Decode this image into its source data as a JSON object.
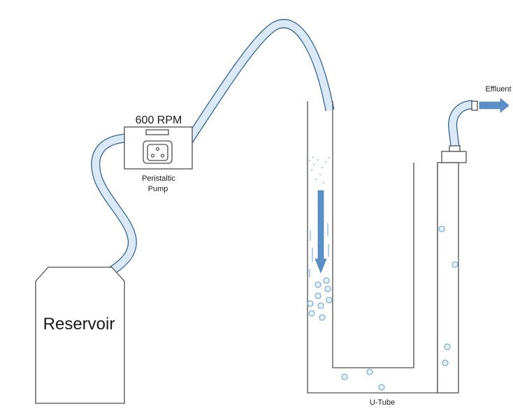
{
  "labels": {
    "reservoir": "Reservoir",
    "pump_rpm": "600 RPM",
    "pump_line1": "Peristaltic",
    "pump_line2": "Pump",
    "utube": "U-Tube",
    "effluent": "Effluent"
  },
  "colors": {
    "tube_fill": "#dbe9f6",
    "tube_stroke": "#2f5f8a",
    "outline": "#4d4d4d",
    "arrow": "#5b8fc7",
    "bubble_fill": "#e6f0fb",
    "bubble_stroke": "#6a9fd4"
  }
}
